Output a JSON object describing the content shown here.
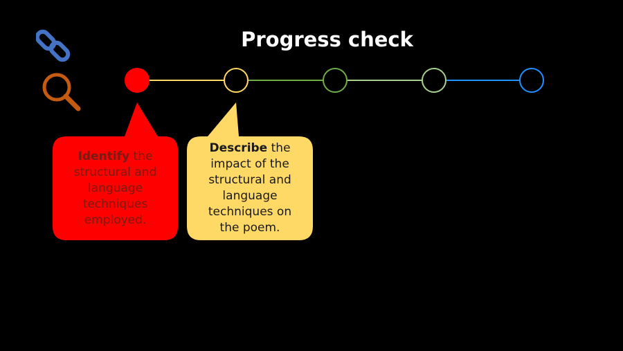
{
  "title": "Progress check",
  "icons": {
    "link": "link-icon",
    "search": "magnifier-icon"
  },
  "colors": {
    "background": "#000000",
    "red": "#ff0000",
    "yellow": "#ffd966",
    "green": "#70ad47",
    "light_green": "#a9d18e",
    "blue": "#1e90ff",
    "link_icon": "#4472c4",
    "search_icon": "#c55a11"
  },
  "steps": [
    {
      "state": "complete",
      "color": "#ff0000"
    },
    {
      "state": "current",
      "color": "#ffd966"
    },
    {
      "state": "upcoming",
      "color": "#70ad47"
    },
    {
      "state": "upcoming",
      "color": "#a9d18e"
    },
    {
      "state": "upcoming",
      "color": "#1e90ff"
    }
  ],
  "bubbles": [
    {
      "keyword": "Identify",
      "text": " the structural and language techniques employed."
    },
    {
      "keyword": "Describe",
      "text": " the impact of the structural and language techniques on the poem."
    }
  ]
}
